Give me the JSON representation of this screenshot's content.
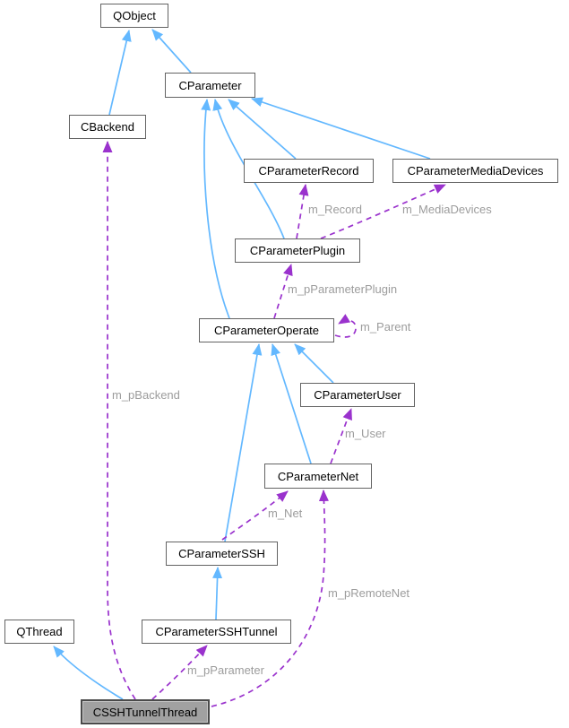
{
  "diagram_type": "class-collaboration-graph",
  "colors": {
    "arrow_inherit": "#63B8FF",
    "arrow_member": "#9A32CD",
    "edge_label": "#9C9C9C",
    "border": "#636363",
    "fill": "#FFFFFF",
    "text": "#000000",
    "highlight_fill": "#A1A1A1",
    "highlight_border": "#4A4A4A",
    "background": "#FFFFFF"
  },
  "nodes": [
    {
      "label": "QObject",
      "highlighted": false
    },
    {
      "label": "CBackend",
      "highlighted": false
    },
    {
      "label": "CParameter",
      "highlighted": false
    },
    {
      "label": "CParameterRecord",
      "highlighted": false
    },
    {
      "label": "CParameterMediaDevices",
      "highlighted": false
    },
    {
      "label": "CParameterPlugin",
      "highlighted": false
    },
    {
      "label": "CParameterOperate",
      "highlighted": false
    },
    {
      "label": "CParameterUser",
      "highlighted": false
    },
    {
      "label": "CParameterNet",
      "highlighted": false
    },
    {
      "label": "CParameterSSH",
      "highlighted": false
    },
    {
      "label": "CParameterSSHTunnel",
      "highlighted": false
    },
    {
      "label": "QThread",
      "highlighted": false
    },
    {
      "label": "CSSHTunnelThread",
      "highlighted": true
    }
  ],
  "edges": [
    {
      "from": "CBackend",
      "to": "QObject",
      "type": "inheritance",
      "label": ""
    },
    {
      "from": "CParameter",
      "to": "QObject",
      "type": "inheritance",
      "label": ""
    },
    {
      "from": "CParameterRecord",
      "to": "CParameter",
      "type": "inheritance",
      "label": ""
    },
    {
      "from": "CParameterMediaDevices",
      "to": "CParameter",
      "type": "inheritance",
      "label": ""
    },
    {
      "from": "CParameterPlugin",
      "to": "CParameter",
      "type": "inheritance",
      "label": ""
    },
    {
      "from": "CParameterOperate",
      "to": "CParameter",
      "type": "inheritance",
      "label": ""
    },
    {
      "from": "CParameterUser",
      "to": "CParameterOperate",
      "type": "inheritance",
      "label": ""
    },
    {
      "from": "CParameterNet",
      "to": "CParameterOperate",
      "type": "inheritance",
      "label": ""
    },
    {
      "from": "CParameterSSH",
      "to": "CParameterOperate",
      "type": "inheritance",
      "label": ""
    },
    {
      "from": "CParameterSSHTunnel",
      "to": "CParameterSSH",
      "type": "inheritance",
      "label": ""
    },
    {
      "from": "CSSHTunnelThread",
      "to": "QThread",
      "type": "inheritance",
      "label": ""
    },
    {
      "from": "CSSHTunnelThread",
      "to": "CBackend",
      "type": "member",
      "label": "m_pBackend"
    },
    {
      "from": "CParameterPlugin",
      "to": "CParameterRecord",
      "type": "member",
      "label": "m_Record"
    },
    {
      "from": "CParameterPlugin",
      "to": "CParameterMediaDevices",
      "type": "member",
      "label": "m_MediaDevices"
    },
    {
      "from": "CParameterOperate",
      "to": "CParameterPlugin",
      "type": "member",
      "label": "m_pParameterPlugin"
    },
    {
      "from": "CParameterOperate",
      "to": "CParameterOperate",
      "type": "member",
      "label": "m_Parent"
    },
    {
      "from": "CParameterNet",
      "to": "CParameterUser",
      "type": "member",
      "label": "m_User"
    },
    {
      "from": "CParameterSSH",
      "to": "CParameterNet",
      "type": "member",
      "label": "m_Net"
    },
    {
      "from": "CSSHTunnelThread",
      "to": "CParameterNet",
      "type": "member",
      "label": "m_pRemoteNet"
    },
    {
      "from": "CSSHTunnelThread",
      "to": "CParameterSSHTunnel",
      "type": "member",
      "label": "m_pParameter"
    }
  ]
}
